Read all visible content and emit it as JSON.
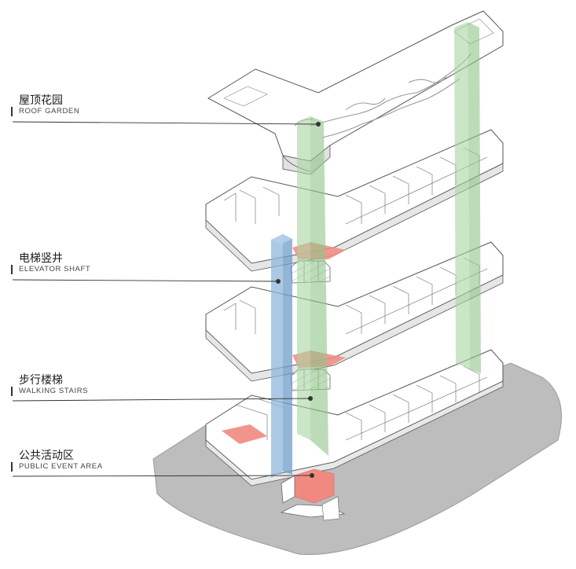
{
  "labels": [
    {
      "id": "roof-garden",
      "zh": "屋顶花园",
      "en": "ROOF GARDEN"
    },
    {
      "id": "elevator-shaft",
      "zh": "电梯竖井",
      "en": "ELEVATOR SHAFT"
    },
    {
      "id": "walking-stairs",
      "zh": "步行楼梯",
      "en": "WALKING STAIRS"
    },
    {
      "id": "public-event-area",
      "zh": "公共活动区",
      "en": "PUBLIC EVENT AREA"
    }
  ],
  "colors": {
    "ground": "#bdbdbd",
    "floor": "#ffffff",
    "outline": "#555555",
    "stairs": "#a8d5a2",
    "elevator": "#8fb7dc",
    "public": "#f08a80",
    "garden": "#9a9a9a"
  }
}
